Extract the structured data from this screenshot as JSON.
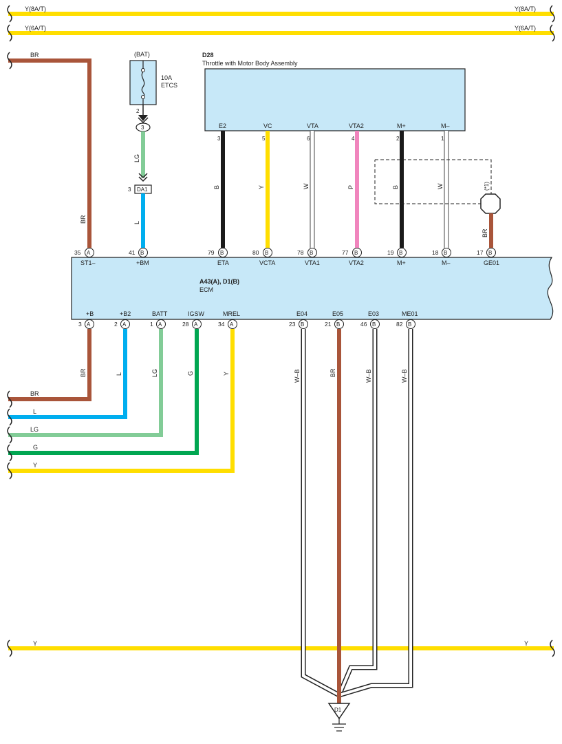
{
  "colors": {
    "Y": "#ffde00",
    "BR": "#a9553a",
    "LG": "#82cc97",
    "L": "#00aeef",
    "G": "#00a651",
    "B": "#1a1a1a",
    "P": "#f085bd",
    "W": "#ffffff",
    "box": "#c7e8f8"
  },
  "buses": {
    "top1_left": "Y(8A/T)",
    "top1_right": "Y(8A/T)",
    "top2_left": "Y(6A/T)",
    "top2_right": "Y(6A/T)",
    "bottom_left": "Y",
    "bottom_right": "Y"
  },
  "fuse": {
    "source": "(BAT)",
    "rating": "10A",
    "name": "ETCS",
    "pin": "2"
  },
  "junction": {
    "pin": "3",
    "wire": "LG"
  },
  "connector_da1": {
    "pin": "3",
    "name": "DA1",
    "wire": "L"
  },
  "throttle": {
    "code": "D28",
    "name": "Throttle with Motor Body Assembly",
    "pins": [
      {
        "term": "E2",
        "num": "3",
        "wire": "B"
      },
      {
        "term": "VC",
        "num": "5",
        "wire": "Y"
      },
      {
        "term": "VTA",
        "num": "6",
        "wire": "W"
      },
      {
        "term": "VTA2",
        "num": "4",
        "wire": "P"
      },
      {
        "term": "M+",
        "num": "2",
        "wire": "B"
      },
      {
        "term": "M–",
        "num": "1",
        "wire": "W"
      }
    ]
  },
  "shield": {
    "note": "(*1)",
    "wire": "BR"
  },
  "left_br_wire": {
    "bus_label": "BR",
    "wire_label": "BR"
  },
  "ecm": {
    "code": "A43(A), D1(B)",
    "name": "ECM",
    "top_pins": [
      {
        "num": "35",
        "conn": "A",
        "term": "ST1–"
      },
      {
        "num": "41",
        "conn": "B",
        "term": "+BM"
      },
      {
        "num": "79",
        "conn": "B",
        "term": "ETA"
      },
      {
        "num": "80",
        "conn": "B",
        "term": "VCTA"
      },
      {
        "num": "78",
        "conn": "B",
        "term": "VTA1"
      },
      {
        "num": "77",
        "conn": "B",
        "term": "VTA2"
      },
      {
        "num": "19",
        "conn": "B",
        "term": "M+"
      },
      {
        "num": "18",
        "conn": "B",
        "term": "M–"
      },
      {
        "num": "17",
        "conn": "B",
        "term": "GE01"
      }
    ],
    "bottom_pins": [
      {
        "num": "3",
        "conn": "A",
        "term": "+B",
        "wire": "BR"
      },
      {
        "num": "2",
        "conn": "A",
        "term": "+B2",
        "wire": "L"
      },
      {
        "num": "1",
        "conn": "A",
        "term": "BATT",
        "wire": "LG"
      },
      {
        "num": "28",
        "conn": "A",
        "term": "IGSW",
        "wire": "G"
      },
      {
        "num": "34",
        "conn": "A",
        "term": "MREL",
        "wire": "Y"
      },
      {
        "num": "23",
        "conn": "B",
        "term": "E04",
        "wire": "W–B"
      },
      {
        "num": "21",
        "conn": "B",
        "term": "E05",
        "wire": "BR"
      },
      {
        "num": "46",
        "conn": "B",
        "term": "E03",
        "wire": "W–B"
      },
      {
        "num": "82",
        "conn": "B",
        "term": "ME01",
        "wire": "W–B"
      }
    ]
  },
  "left_wires": [
    {
      "label": "BR"
    },
    {
      "label": "L"
    },
    {
      "label": "LG"
    },
    {
      "label": "G"
    },
    {
      "label": "Y"
    }
  ],
  "ground": {
    "name": "D1"
  }
}
